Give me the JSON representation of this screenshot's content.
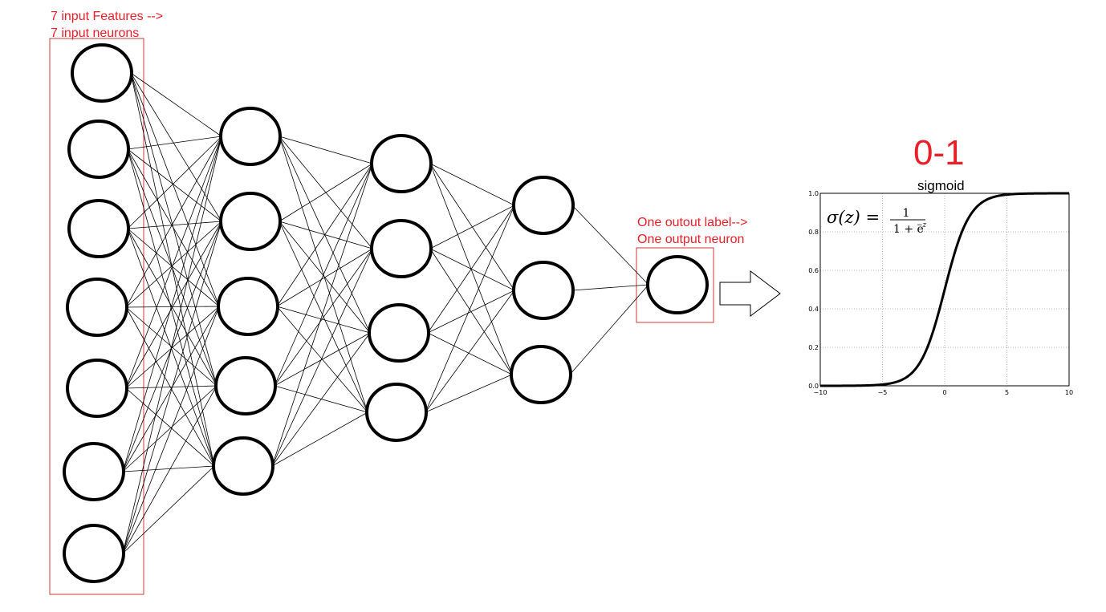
{
  "annotations": {
    "input_line1": "7 input Features -->",
    "input_line2": "7 input neurons",
    "output_line1": "One outout label-->",
    "output_line2": "One output neuron",
    "range": "0-1"
  },
  "network": {
    "layer_sizes": [
      7,
      5,
      4,
      3,
      1
    ]
  },
  "colors": {
    "annotation": "#e8202a",
    "box": "#d33a3a",
    "neuron": "#000000",
    "edge": "#000000"
  },
  "plot": {
    "title": "sigmoid",
    "formula": {
      "lhs": "σ(z) =",
      "numerator": "1",
      "denominator": "1 + e",
      "exponent": "−z"
    },
    "chart_data": {
      "type": "line",
      "title": "sigmoid",
      "function": "1/(1+exp(-z))",
      "x": [
        -10,
        -8,
        -6,
        -5,
        -4,
        -3,
        -2,
        -1,
        0,
        1,
        2,
        3,
        4,
        5,
        6,
        8,
        10
      ],
      "y": [
        4.54e-05,
        0.000335,
        0.00247,
        0.00669,
        0.018,
        0.0474,
        0.119,
        0.269,
        0.5,
        0.731,
        0.881,
        0.953,
        0.982,
        0.993,
        0.998,
        0.9997,
        0.99995
      ],
      "xlim": [
        -10,
        10
      ],
      "ylim": [
        0.0,
        1.0
      ],
      "xticks": [
        "−10",
        "−5",
        "0",
        "5",
        "10"
      ],
      "yticks": [
        "0.0",
        "0.2",
        "0.4",
        "0.6",
        "0.8",
        "1.0"
      ],
      "grid": true
    }
  }
}
